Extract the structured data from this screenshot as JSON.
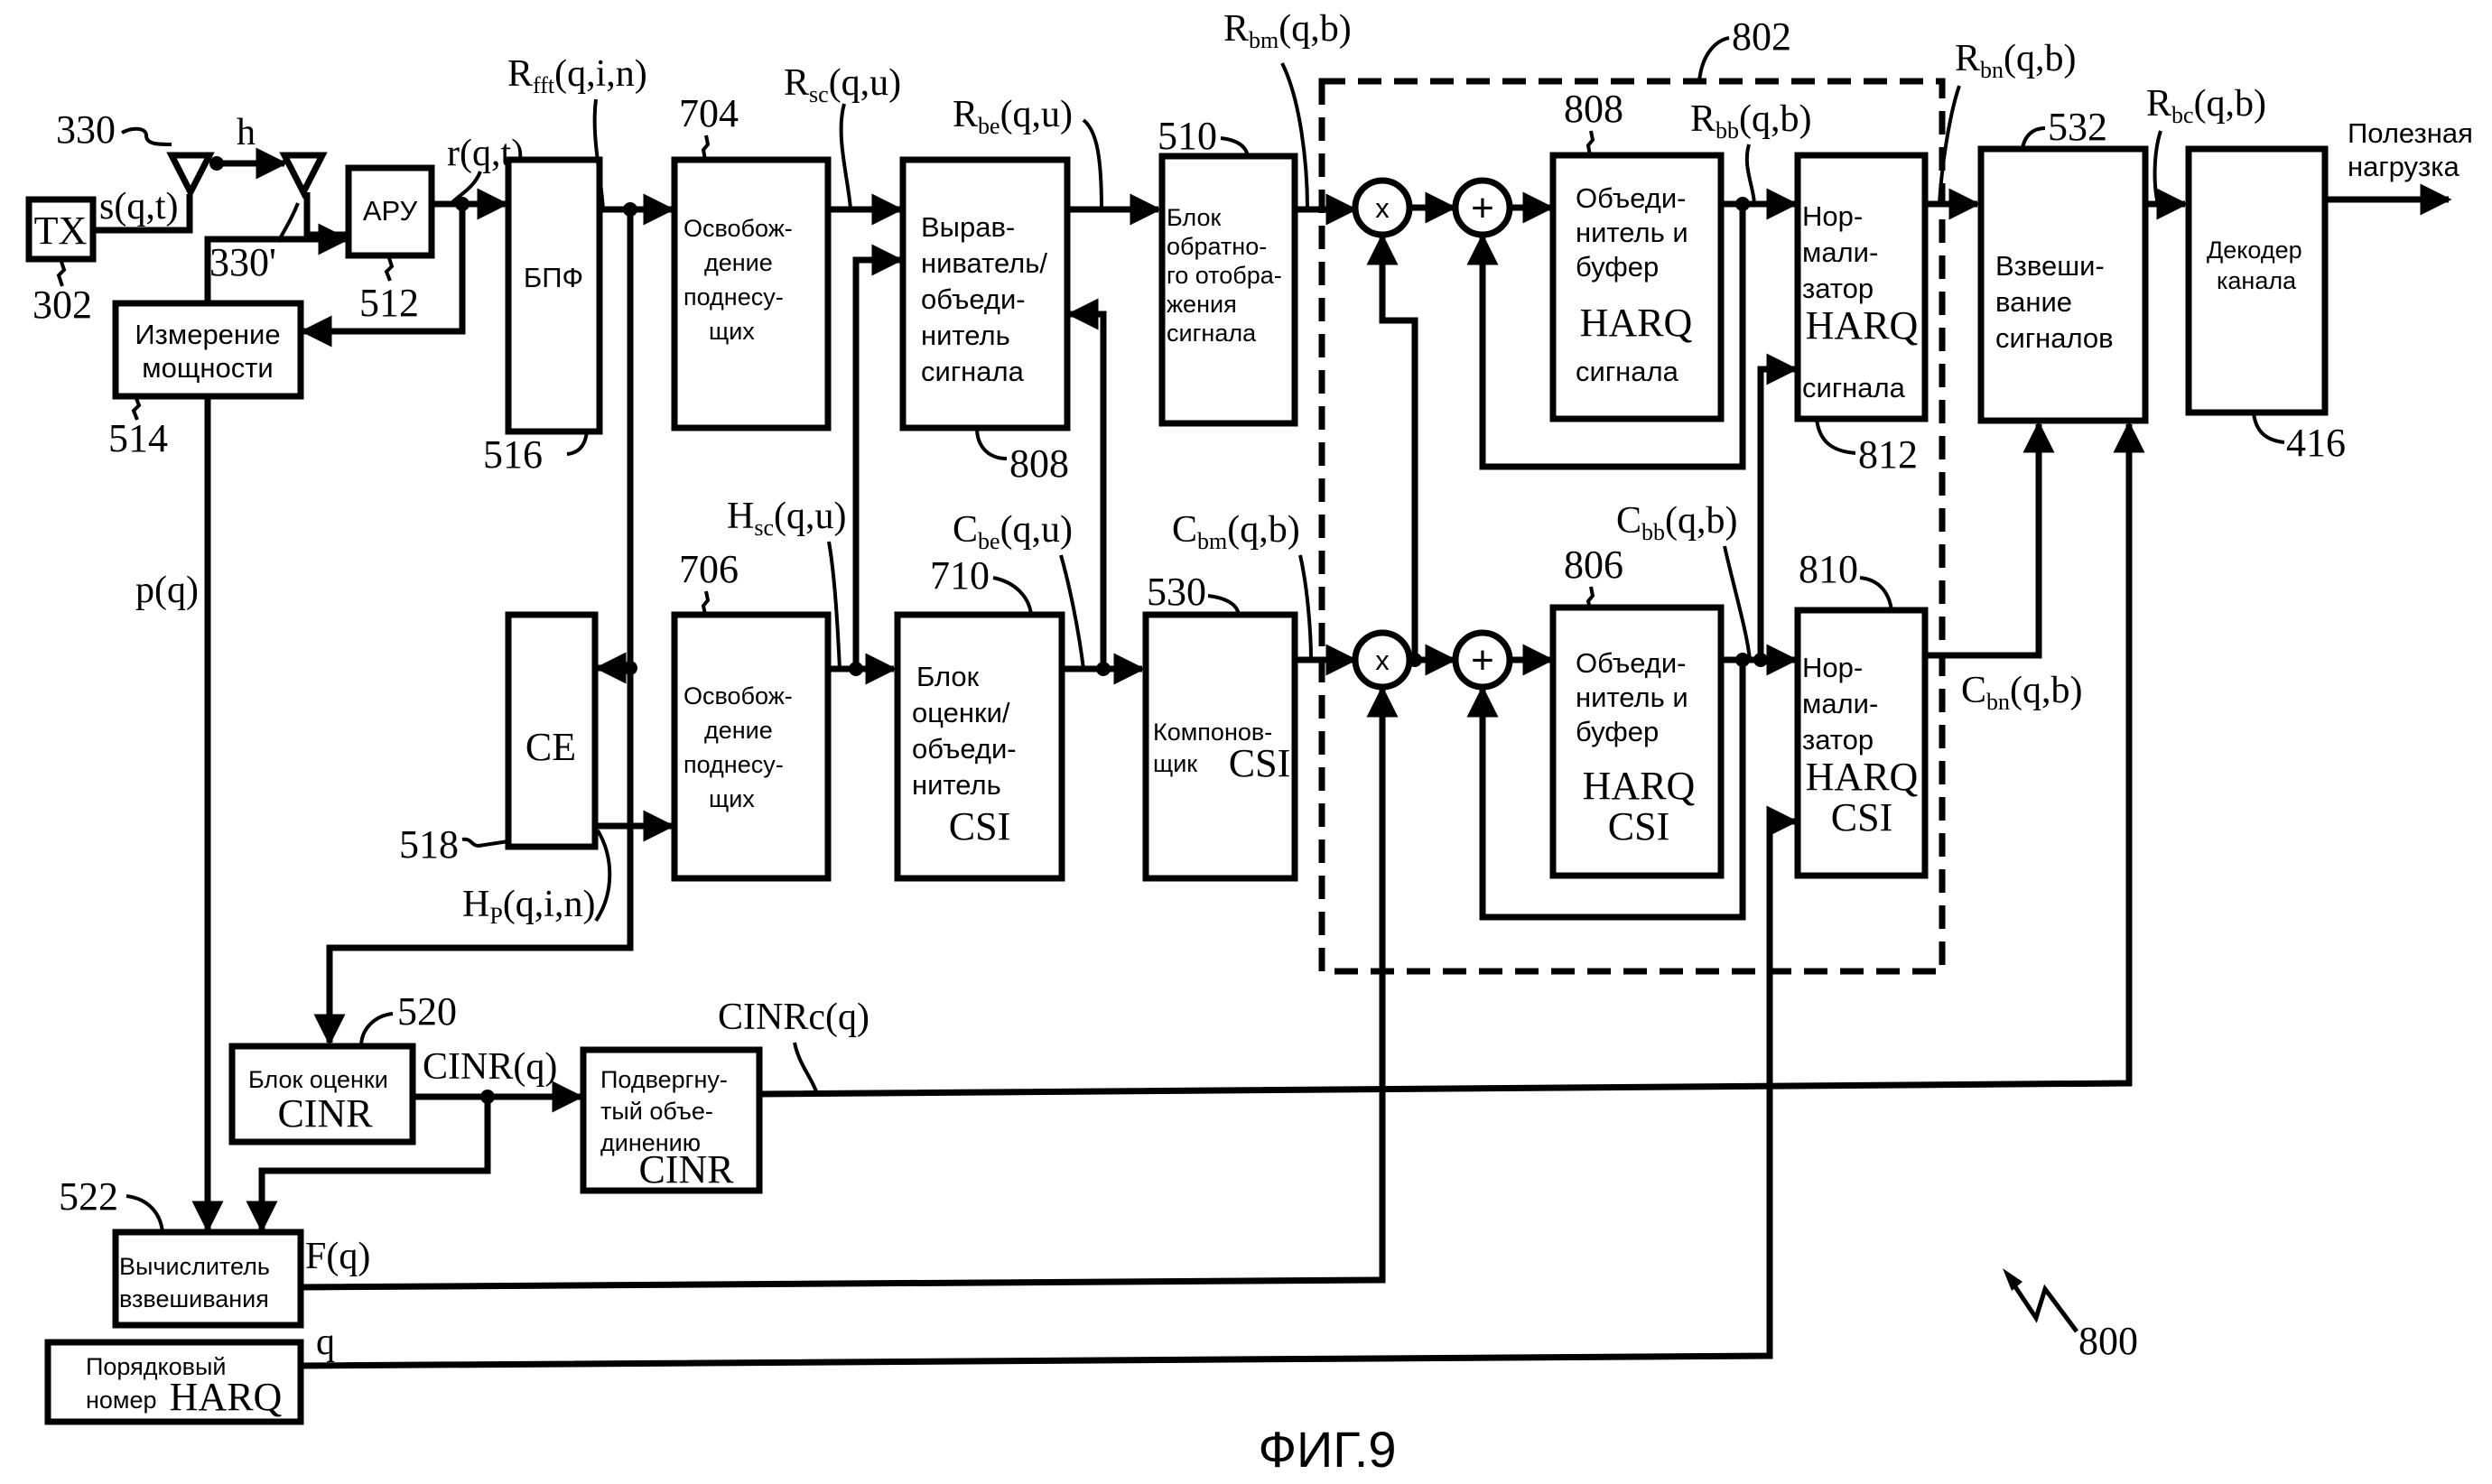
{
  "figure": {
    "caption": "ФИГ.9",
    "system_ref": "800",
    "dashed_group_ref": "802"
  },
  "blocks": {
    "tx": {
      "ref": "302",
      "label": "TX"
    },
    "agc": {
      "ref": "512",
      "label": "АРУ"
    },
    "power_meas": {
      "ref": "514",
      "lines": [
        "Измерение",
        "мощности"
      ]
    },
    "fft": {
      "ref": "516",
      "label": "БПФ"
    },
    "ce": {
      "ref": "518",
      "label": "CE"
    },
    "sc_demap_data": {
      "ref": "704",
      "lines": [
        "Освобож-",
        "дение",
        "поднесу-",
        "щих"
      ]
    },
    "sc_demap_pilot": {
      "ref": "706",
      "lines": [
        "Освобож-",
        "дение",
        "поднесу-",
        "щих"
      ]
    },
    "equalizer": {
      "ref": "808",
      "lines": [
        "Вырав-",
        "ниватель/",
        "объеди-",
        "нитель",
        "сигнала"
      ]
    },
    "csi_estimator": {
      "ref": "710",
      "lines": [
        "Блок",
        "оценки/",
        "объеди-",
        "нитель"
      ],
      "acronym": "CSI"
    },
    "demapper": {
      "ref": "510",
      "lines": [
        "Блок",
        "обратно-",
        "го отобра-",
        "жения",
        "сигнала"
      ]
    },
    "csi_composer": {
      "ref": "530",
      "lines": [
        "Компонов-",
        "щик"
      ],
      "acronym": "CSI"
    },
    "harq_combiner_signal": {
      "ref": "808",
      "lines": [
        "Объеди-",
        "нитель и",
        "буфер"
      ],
      "acronym": "HARQ",
      "tail": "сигнала"
    },
    "harq_combiner_csi": {
      "ref": "806",
      "lines": [
        "Объеди-",
        "нитель и",
        "буфер"
      ],
      "acronym": "HARQ",
      "tail": "CSI"
    },
    "harq_normalizer_signal": {
      "ref": "812",
      "lines": [
        "Нор-",
        "мали-",
        "затор"
      ],
      "acronym": "HARQ",
      "tail": "сигнала"
    },
    "harq_normalizer_csi": {
      "ref": "810",
      "lines": [
        "Нор-",
        "мали-",
        "затор"
      ],
      "acronym": "HARQ",
      "tail": "CSI"
    },
    "signal_weighting": {
      "ref": "532",
      "lines": [
        "Взвеши-",
        "вание",
        "сигналов"
      ]
    },
    "channel_decoder": {
      "ref": "416",
      "lines": [
        "Декодер",
        "канала"
      ]
    },
    "cinr_estimator": {
      "ref": "520",
      "lines": [
        "Блок оценки"
      ],
      "acronym": "CINR"
    },
    "combined_cinr": {
      "lines": [
        "Подвергну-",
        "тый объе-",
        "динению"
      ],
      "acronym": "CINR"
    },
    "weight_calc": {
      "ref": "522",
      "lines": [
        "Вычислитель",
        "взвешивания"
      ]
    },
    "harq_seq": {
      "lines": [
        "Порядковый",
        "номер"
      ],
      "acronym": "HARQ"
    }
  },
  "antennas": {
    "tx_ref": "330",
    "rx_ref": "330'",
    "channel": "h"
  },
  "signals": {
    "s": {
      "main": "s(q,t)"
    },
    "r": {
      "main": "r(q,t)"
    },
    "rfft": {
      "base": "R",
      "sub": "fft",
      "args": "(q,i,n)"
    },
    "rsc": {
      "base": "R",
      "sub": "sc",
      "args": "(q,u)"
    },
    "rbe": {
      "base": "R",
      "sub": "be",
      "args": "(q,u)"
    },
    "rbm": {
      "base": "R",
      "sub": "bm",
      "args": "(q,b)"
    },
    "rbb": {
      "base": "R",
      "sub": "bb",
      "args": "(q,b)"
    },
    "rbn": {
      "base": "R",
      "sub": "bn",
      "args": "(q,b)"
    },
    "rbc": {
      "base": "R",
      "sub": "bc",
      "args": "(q,b)"
    },
    "hsc": {
      "base": "H",
      "sub": "sc",
      "args": "(q,u)"
    },
    "hp": {
      "base": "H",
      "sub": "P",
      "args": "(q,i,n)"
    },
    "cbe": {
      "base": "C",
      "sub": "be",
      "args": "(q,u)"
    },
    "cbm": {
      "base": "C",
      "sub": "bm",
      "args": "(q,b)"
    },
    "cbb": {
      "base": "C",
      "sub": "bb",
      "args": "(q,b)"
    },
    "cbn": {
      "base": "C",
      "sub": "bn",
      "args": "(q,b)"
    },
    "pq": {
      "main": "p(q)"
    },
    "cinr": {
      "main": "CINR(q)"
    },
    "cinrc": {
      "main": "CINRc(q)"
    },
    "fq": {
      "main": "F(q)"
    },
    "q": {
      "main": "q"
    },
    "payload": {
      "lines": [
        "Полезная",
        "нагрузка"
      ]
    }
  },
  "operators": {
    "multiply": "x",
    "add": "+"
  }
}
